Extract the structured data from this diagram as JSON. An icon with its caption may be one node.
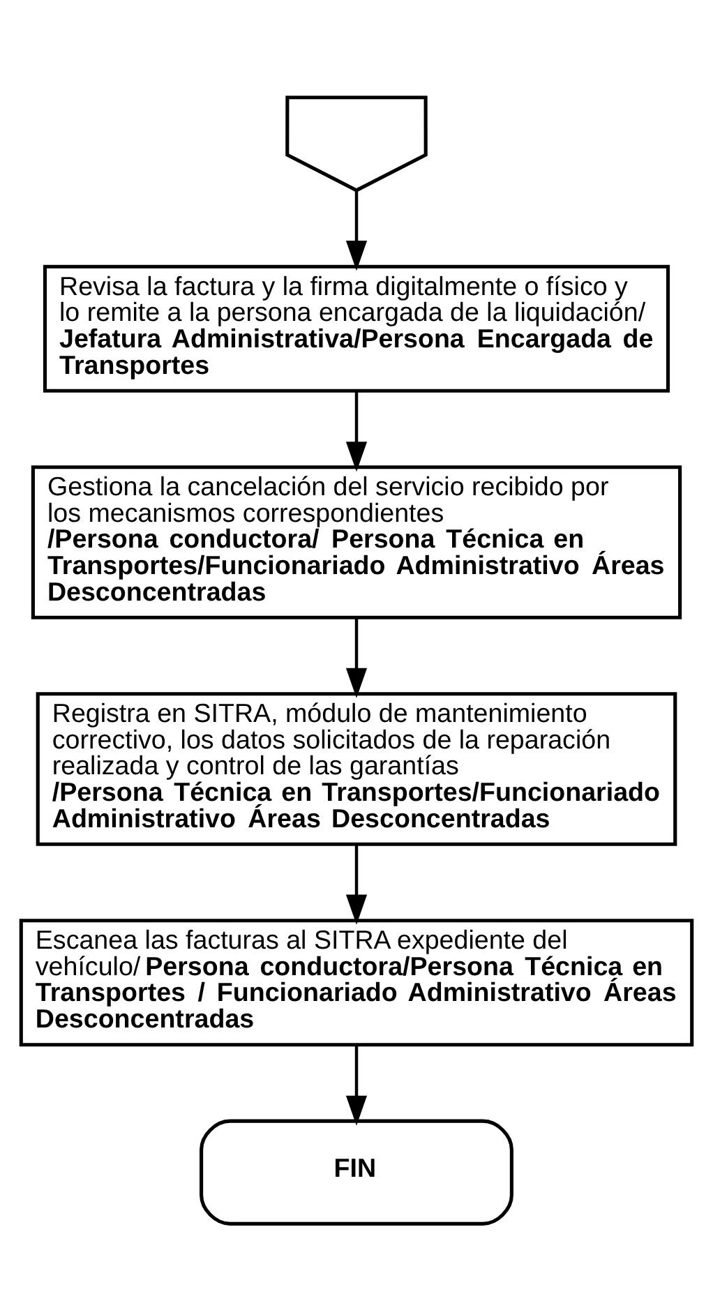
{
  "diagram": {
    "nodes": [
      {
        "text": [],
        "shape": "offpage"
      },
      {
        "text": [
          "Revisa la factura y la firma digitalmente o físico y lo remite a la persona encargada de la liquidación/**Jefatura Administrativa/Persona Encargada de Transportes**"
        ]
      },
      {
        "text": [
          "Gestiona la cancelación del servicio recibido por los mecanismos correspondientes**/Persona conductora/ Persona Técnica en Transportes/Funcionariado Administrativo Áreas Desconcentradas**"
        ]
      },
      {
        "text": [
          "Registra en SITRA, módulo de mantenimiento correctivo, los datos solicitados de la reparación realizada y control de las garantías**/Persona Técnica en Transportes/Funcionariado Administrativo Áreas Desconcentradas**"
        ]
      },
      {
        "text": [
          "Escanea las facturas al SITRA expediente del vehículo/ **Persona conductora/Persona Técnica en Transportes / Funcionariado Administrativo Áreas Desconcentradas**"
        ]
      },
      {
        "text": [
          "FIN"
        ]
      }
    ],
    "edges": [
      {
        "from": 0,
        "to": 1,
        "arrow": "to"
      },
      {
        "from": 1,
        "to": 2,
        "arrow": "to"
      },
      {
        "from": 2,
        "to": 3,
        "arrow": "to"
      },
      {
        "from": 3,
        "to": 4,
        "arrow": "to"
      },
      {
        "from": 4,
        "to": 5,
        "arrow": "to"
      }
    ]
  }
}
